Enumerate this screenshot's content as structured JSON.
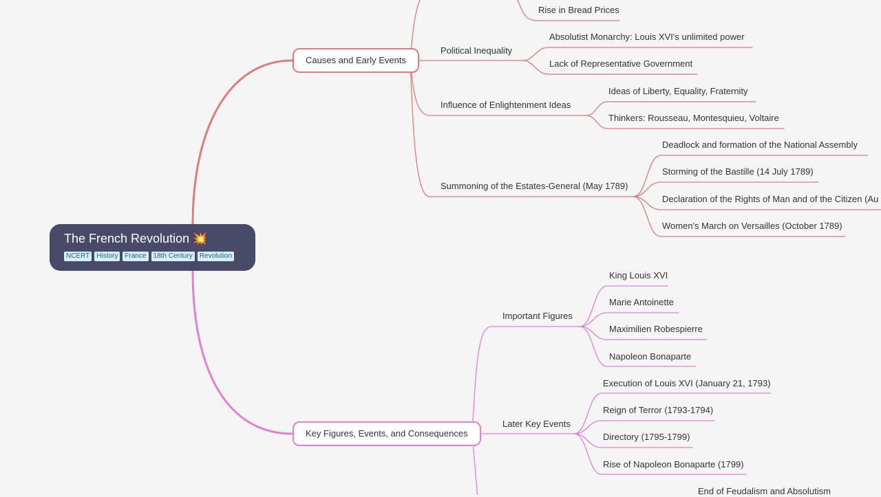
{
  "root": {
    "title": "The French Revolution",
    "emoji": "💥",
    "tags": [
      "NCERT",
      "History",
      "France",
      "18th Century",
      "Revolution"
    ]
  },
  "colors": {
    "branch1": "#e07b7b",
    "branch2": "#e47fd6",
    "root_bg": "#474a68"
  },
  "branch1": {
    "title": "Causes and Early Events",
    "top_partial": "Rise in Bread Prices",
    "groups": [
      {
        "label": "Political Inequality",
        "items": [
          "Absolutist Monarchy: Louis XVI's unlimited power",
          "Lack of Representative Government"
        ]
      },
      {
        "label": "Influence of Enlightenment Ideas",
        "items": [
          "Ideas of Liberty, Equality, Fraternity",
          "Thinkers: Rousseau, Montesquieu, Voltaire"
        ]
      },
      {
        "label": "Summoning of the Estates-General (May 1789)",
        "items": [
          "Deadlock and formation of the National Assembly",
          "Storming of the Bastille (14 July 1789)",
          "Declaration of the Rights of Man and of the Citizen (Au",
          "Women's March on Versailles (October 1789)"
        ]
      }
    ]
  },
  "branch2": {
    "title": "Key Figures, Events, and Consequences",
    "groups": [
      {
        "label": "Important Figures",
        "items": [
          "King Louis XVI",
          "Marie Antoinette",
          "Maximilien Robespierre",
          "Napoleon Bonaparte"
        ]
      },
      {
        "label": "Later Key Events",
        "items": [
          "Execution of Louis XVI (January 21, 1793)",
          "Reign of Terror (1793-1794)",
          "Directory (1795-1799)",
          "Rise of Napoleon Bonaparte (1799)"
        ]
      }
    ],
    "bottom_partial": "End of Feudalism and Absolutism"
  }
}
